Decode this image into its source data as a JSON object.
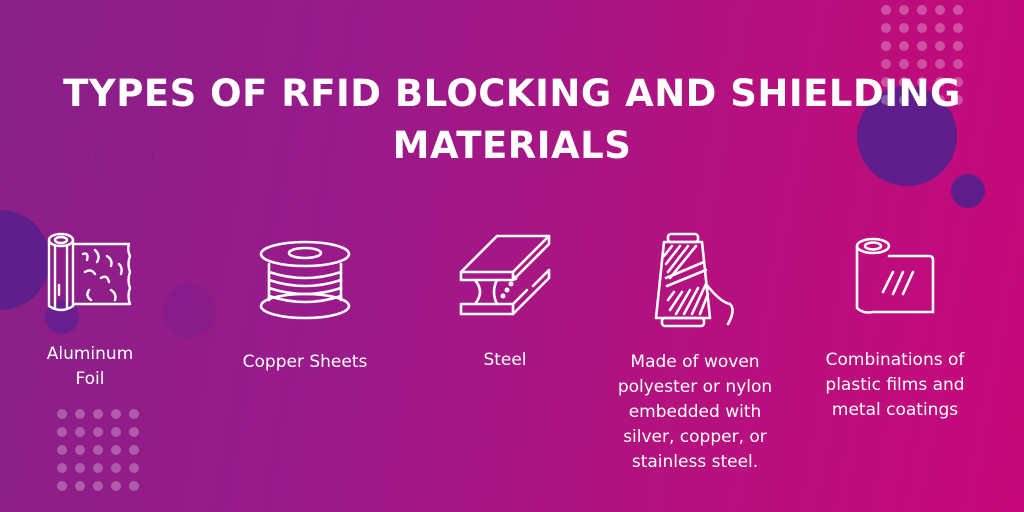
{
  "header": {
    "title_line1": "TYPES OF RFID BLOCKING AND SHIELDING",
    "title_line2": "MATERIALS"
  },
  "materials": [
    {
      "icon": "aluminum-foil-roll-icon",
      "label": "Aluminum Foil"
    },
    {
      "icon": "copper-spool-icon",
      "label": "Copper Sheets"
    },
    {
      "icon": "steel-i-beam-icon",
      "label": "Steel"
    },
    {
      "icon": "thread-spool-icon",
      "label": "Made of woven polyester or nylon embedded with silver, copper, or stainless steel."
    },
    {
      "icon": "plastic-film-roll-icon",
      "label": "Combinations of plastic films and metal coatings"
    }
  ],
  "colors": {
    "gradient_start": "#882088",
    "gradient_end": "#c8087a",
    "accent_circle": "#5e1e8c",
    "text": "#ffffff"
  }
}
